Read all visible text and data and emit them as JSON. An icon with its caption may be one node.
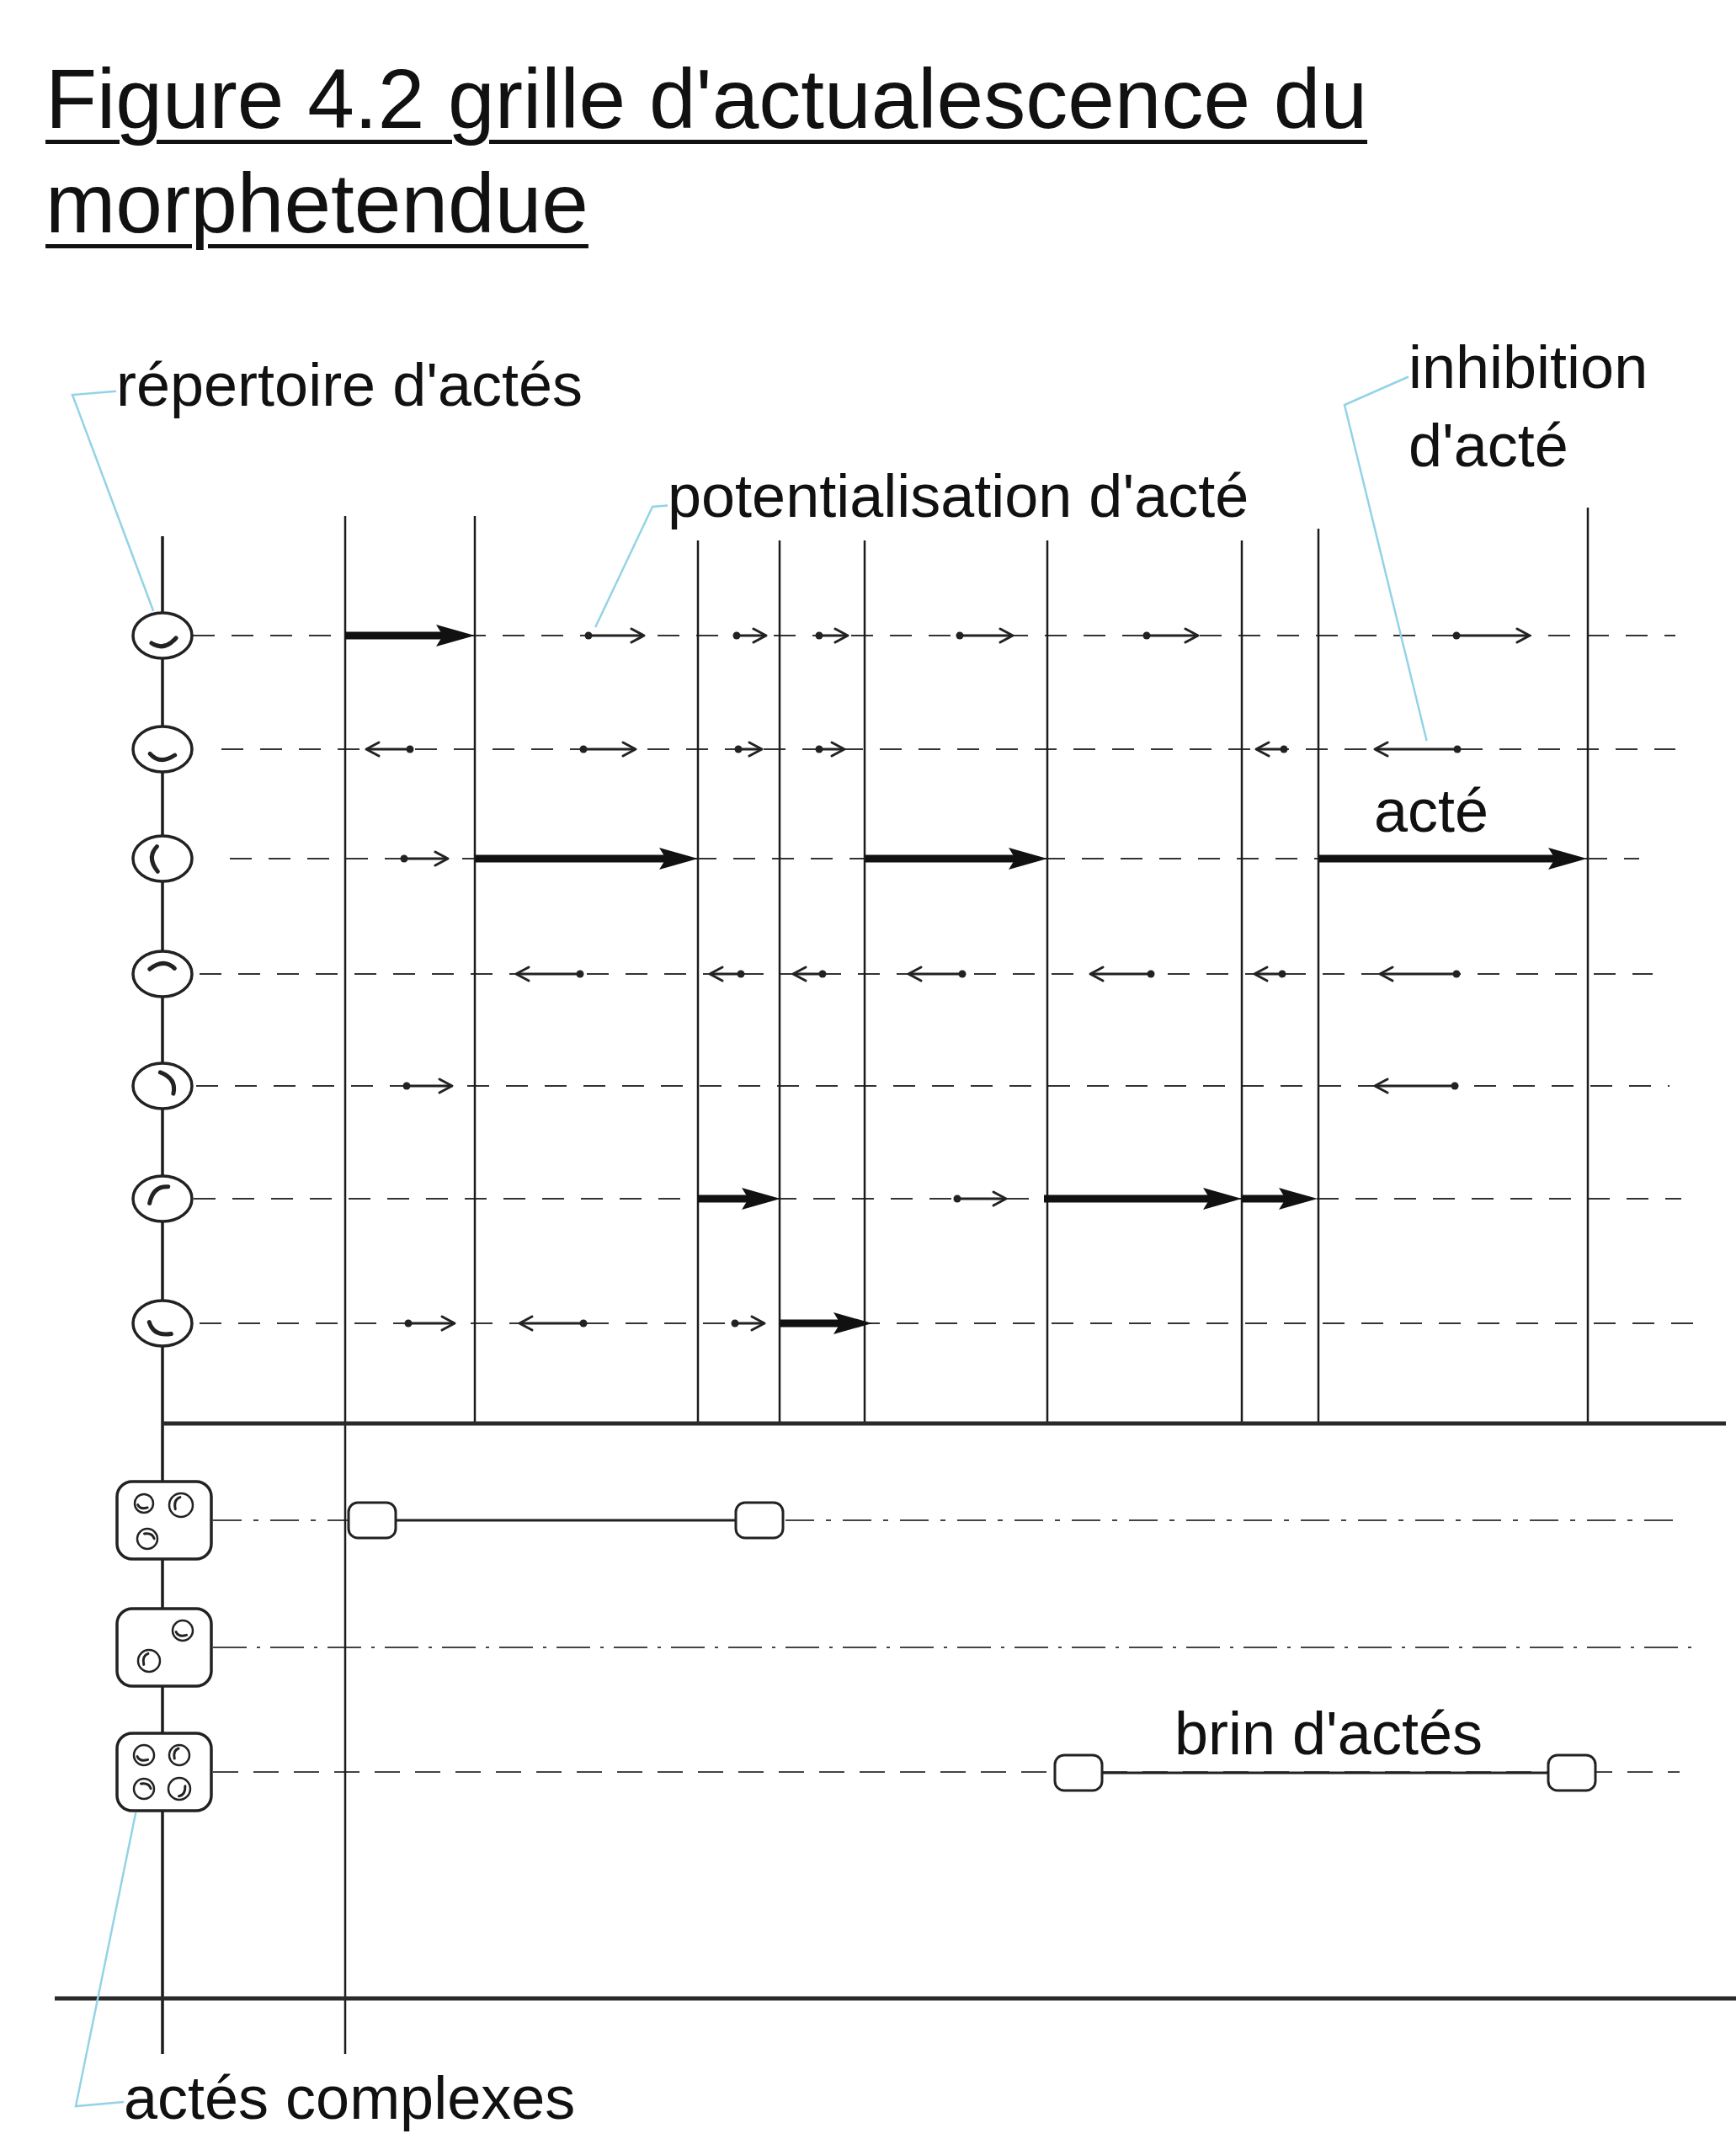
{
  "diagram": {
    "title": "Figure 4.2 grille d'actualescence du morphetendue",
    "nodes": [
      {
        "text": [
          "répertoire d'actés"
        ]
      },
      {
        "text": [],
        "shape": "circle"
      },
      {
        "text": [
          "potentialisation d'acté"
        ]
      },
      {
        "text": [],
        "shape": "arrow"
      },
      {
        "text": [
          "inhibition d'acté"
        ]
      },
      {
        "text": [],
        "shape": "arrow"
      },
      {
        "text": [
          "actés complexes"
        ]
      },
      {
        "text": [],
        "shape": "box"
      }
    ],
    "edges": [
      {
        "from": 0,
        "to": 1,
        "arrow": "none"
      },
      {
        "from": 2,
        "to": 3,
        "arrow": "none"
      },
      {
        "from": 4,
        "to": 5,
        "arrow": "none"
      },
      {
        "from": 6,
        "to": 7,
        "arrow": "none"
      }
    ],
    "labels": [
      "acté",
      "brin d'actés"
    ]
  }
}
